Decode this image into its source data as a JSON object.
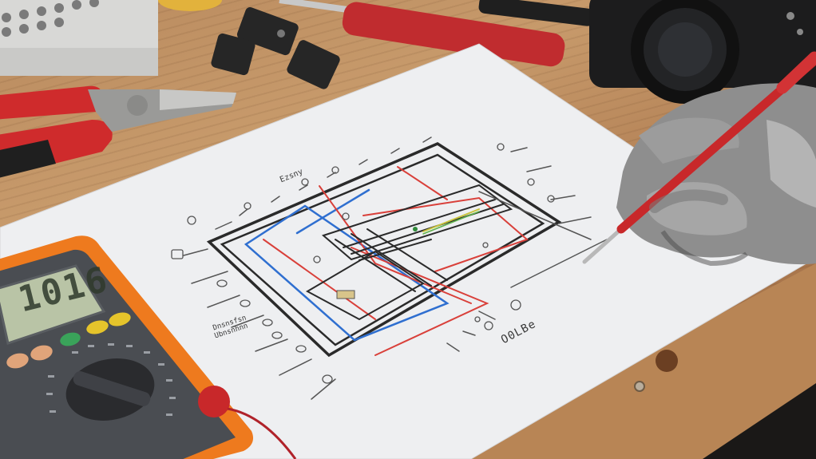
{
  "scene": {
    "description": "Electrician workbench: wiring schematic on paper, gloved hand holding a red multimeter probe, digital multimeter, pliers, camera and tools on a wooden desk",
    "colors": {
      "wood": "#c49566",
      "paper": "#eeeef0",
      "meter_body": "#ee7a1e",
      "meter_face": "#4a4d52",
      "lcd": "#b9c4a6",
      "wire_red": "#d9403a",
      "wire_blue": "#2f6fd0",
      "wire_black": "#2b2b2b",
      "probe_red": "#c8282a",
      "glove": "#8e8e8e"
    }
  },
  "multimeter": {
    "reading": "1016",
    "buttons": [
      "yellow",
      "yellow",
      "green",
      "orange",
      "orange"
    ]
  },
  "schematic": {
    "labels": {
      "top_left": "Ezsny",
      "left_note_line1": "Dnsnsfsn",
      "left_note_line2": "Ubnsnhnn",
      "bottom_right": "O0LBe"
    }
  },
  "objects": [
    {
      "name": "multimeter"
    },
    {
      "name": "pliers"
    },
    {
      "name": "camera"
    },
    {
      "name": "gloved-hand"
    },
    {
      "name": "probe"
    },
    {
      "name": "screwdriver"
    },
    {
      "name": "connector-block"
    },
    {
      "name": "terminal-strip"
    }
  ]
}
